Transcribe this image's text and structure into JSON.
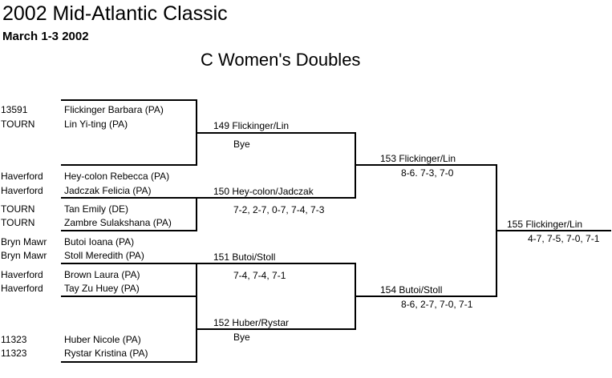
{
  "header": {
    "title": "2002 Mid-Atlantic Classic",
    "dates": "March 1-3 2002",
    "event": "C Women's Doubles"
  },
  "entries": [
    {
      "club": "13591",
      "player": "Flickinger Barbara (PA)"
    },
    {
      "club": "TOURN",
      "player": "Lin Yi-ting (PA)"
    },
    {
      "club": "Haverford",
      "player": "Hey-colon Rebecca (PA)"
    },
    {
      "club": "Haverford",
      "player": "Jadczak Felicia (PA)"
    },
    {
      "club": "TOURN",
      "player": "Tan Emily (DE)"
    },
    {
      "club": "TOURN",
      "player": "Zambre Sulakshana (PA)"
    },
    {
      "club": "Bryn Mawr",
      "player": "Butoi Ioana (PA)"
    },
    {
      "club": "Bryn Mawr",
      "player": "Stoll Meredith (PA)"
    },
    {
      "club": "Haverford",
      "player": "Brown Laura (PA)"
    },
    {
      "club": "Haverford",
      "player": "Tay Zu Huey (PA)"
    },
    {
      "club": "11323",
      "player": "Huber Nicole (PA)"
    },
    {
      "club": "11323",
      "player": "Rystar Kristina (PA)"
    }
  ],
  "round1": [
    {
      "match": "149 Flickinger/Lin",
      "score": "Bye"
    },
    {
      "match": "150 Hey-colon/Jadczak",
      "score": "7-2, 2-7, 0-7, 7-4, 7-3"
    },
    {
      "match": "151 Butoi/Stoll",
      "score": "7-4, 7-4, 7-1"
    },
    {
      "match": "152 Huber/Rystar",
      "score": "Bye"
    }
  ],
  "round2": [
    {
      "match": "153 Flickinger/Lin",
      "score": "8-6. 7-3, 7-0"
    },
    {
      "match": "154 Butoi/Stoll",
      "score": "8-6, 2-7, 7-0, 7-1"
    }
  ],
  "final": {
    "match": "155 Flickinger/Lin",
    "score": "4-7, 7-5, 7-0, 7-1"
  }
}
